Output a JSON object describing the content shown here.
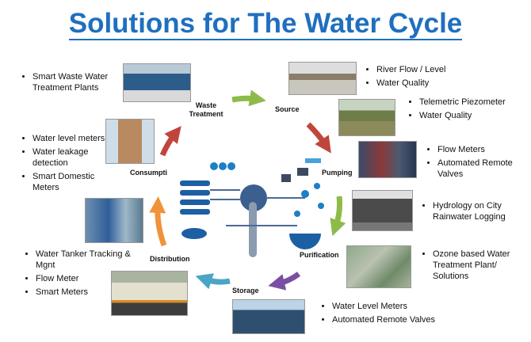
{
  "title": "Solutions for The Water Cycle",
  "stages": {
    "waste": "Waste Treatment",
    "source": "Source",
    "pumping": "Pumping",
    "purification": "Purification",
    "storage": "Storage",
    "distribution": "Distribution",
    "consumption": "Consumpti"
  },
  "bullets": {
    "waste": [
      "Smart Waste Water Treatment Plants"
    ],
    "consumption": [
      "Water level meters",
      "Water leakage detection",
      "Smart Domestic Meters"
    ],
    "distribution": [
      "Water Tanker Tracking & Mgnt",
      "Flow Meter",
      "Smart Meters"
    ],
    "source": [
      "River Flow / Level",
      "Water Quality"
    ],
    "piezometer": [
      "Telemetric Piezometer",
      "Water Quality"
    ],
    "pumping": [
      "Flow Meters",
      "Automated Remote Valves"
    ],
    "rainwater": [
      "Hydrology on City Rainwater Logging"
    ],
    "purification": [
      "Ozone based Water Treatment Plant/ Solutions"
    ],
    "storage": [
      "Water Level Meters",
      "Automated Remote Valves"
    ]
  },
  "colors": {
    "title": "#1f6fbf",
    "green": "#8dbb4a",
    "red": "#c0463c",
    "purple": "#7a4fa3",
    "teal": "#4aa6c4",
    "orange": "#f0923a"
  }
}
